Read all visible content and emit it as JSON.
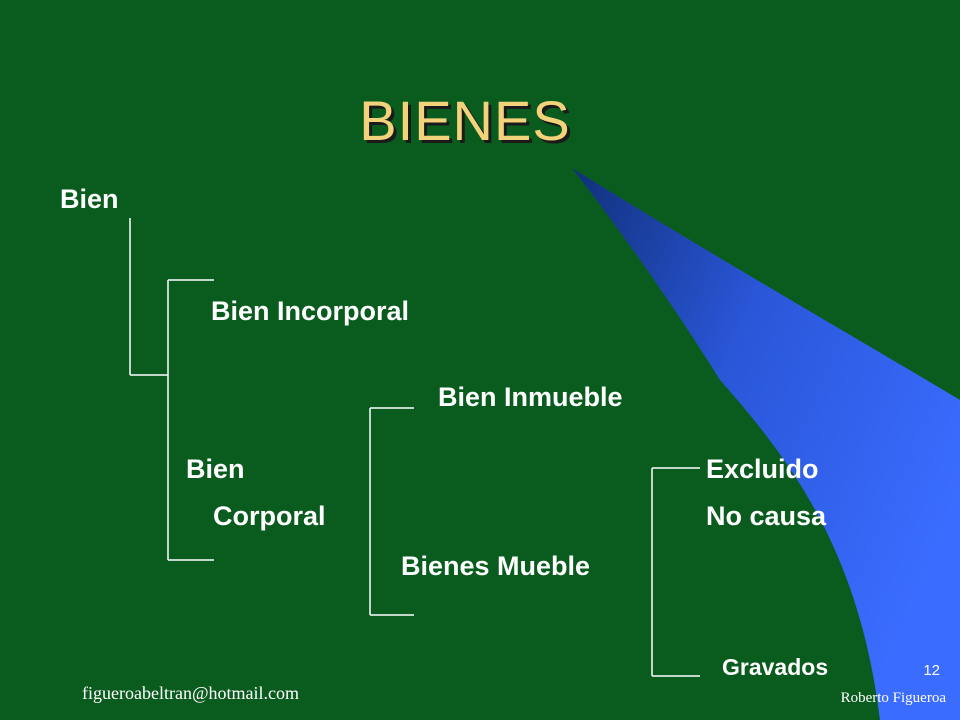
{
  "slide": {
    "title": "BIENES",
    "number": "12",
    "footer_email": "figueroabeltran@hotmail.com",
    "footer_author": "Roberto Figueroa",
    "colors": {
      "background": "#0a5c1e",
      "title": "#f2d27a",
      "accent": "#3366ff",
      "text": "#ffffff"
    }
  },
  "tree": {
    "root": "Bien",
    "incorporal": "Bien Incorporal",
    "corporal_line1": "Bien",
    "corporal_line2": "Corporal",
    "inmueble": "Bien Inmueble",
    "mueble": "Bienes Mueble",
    "excluido": "Excluido",
    "no_causa": "No causa",
    "gravados": "Gravados"
  }
}
